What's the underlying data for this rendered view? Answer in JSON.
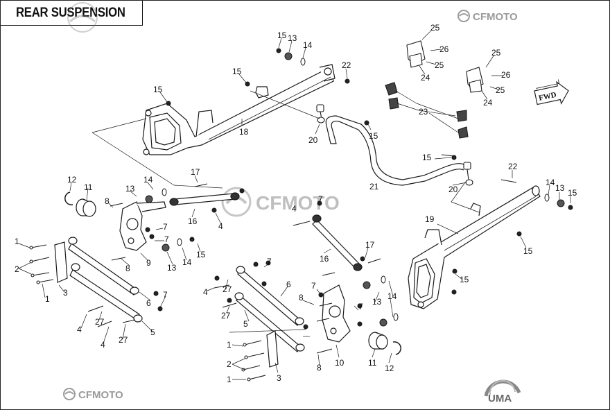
{
  "title": "REAR SUSPENSION",
  "brand_top": "CFMOTO",
  "brand_center": "CFMOTO",
  "brand_bottom": "CFMOTO",
  "bottom_logo": "UMA",
  "fwd_label": "FWD",
  "colors": {
    "line": "#1a1a1a",
    "logo_gray": "#9a9a9a",
    "watermark": "#b0b0b0"
  },
  "callouts": [
    {
      "id": "c15a",
      "text": "15"
    },
    {
      "id": "c13a",
      "text": "13"
    },
    {
      "id": "c14a",
      "text": "14"
    },
    {
      "id": "c22a",
      "text": "22"
    },
    {
      "id": "c15b",
      "text": "15"
    },
    {
      "id": "c15c",
      "text": "15"
    },
    {
      "id": "c18",
      "text": "18"
    },
    {
      "id": "c20a",
      "text": "20"
    },
    {
      "id": "c15d",
      "text": "15"
    },
    {
      "id": "c21",
      "text": "21"
    },
    {
      "id": "c15e",
      "text": "15"
    },
    {
      "id": "c20b",
      "text": "20"
    },
    {
      "id": "c25a",
      "text": "25"
    },
    {
      "id": "c26a",
      "text": "26"
    },
    {
      "id": "c25b",
      "text": "25"
    },
    {
      "id": "c24a",
      "text": "24"
    },
    {
      "id": "c25c",
      "text": "25"
    },
    {
      "id": "c26b",
      "text": "26"
    },
    {
      "id": "c25d",
      "text": "25"
    },
    {
      "id": "c24b",
      "text": "24"
    },
    {
      "id": "c23",
      "text": "23"
    },
    {
      "id": "c22b",
      "text": "22"
    },
    {
      "id": "c14b",
      "text": "14"
    },
    {
      "id": "c13b",
      "text": "13"
    },
    {
      "id": "c15f",
      "text": "15"
    },
    {
      "id": "c19",
      "text": "19"
    },
    {
      "id": "c15g",
      "text": "15"
    },
    {
      "id": "c15h",
      "text": "15"
    },
    {
      "id": "c12a",
      "text": "12"
    },
    {
      "id": "c11a",
      "text": "11"
    },
    {
      "id": "c13c",
      "text": "13"
    },
    {
      "id": "c14c",
      "text": "14"
    },
    {
      "id": "c17a",
      "text": "17"
    },
    {
      "id": "c8a",
      "text": "8"
    },
    {
      "id": "c16a",
      "text": "16"
    },
    {
      "id": "c4a",
      "text": "4"
    },
    {
      "id": "c7a",
      "text": "7"
    },
    {
      "id": "c7b",
      "text": "7"
    },
    {
      "id": "c9",
      "text": "9"
    },
    {
      "id": "c8b",
      "text": "8"
    },
    {
      "id": "c13d",
      "text": "13"
    },
    {
      "id": "c14d",
      "text": "14"
    },
    {
      "id": "c15i",
      "text": "15"
    },
    {
      "id": "c1a",
      "text": "1"
    },
    {
      "id": "c2a",
      "text": "2"
    },
    {
      "id": "c1b",
      "text": "1"
    },
    {
      "id": "c3a",
      "text": "3"
    },
    {
      "id": "c6a",
      "text": "6"
    },
    {
      "id": "c7c",
      "text": "7"
    },
    {
      "id": "c4b",
      "text": "4"
    },
    {
      "id": "c27a",
      "text": "27"
    },
    {
      "id": "c5a",
      "text": "5"
    },
    {
      "id": "c4c",
      "text": "4"
    },
    {
      "id": "c27b",
      "text": "27"
    },
    {
      "id": "c4d",
      "text": "4"
    },
    {
      "id": "c7d",
      "text": "7"
    },
    {
      "id": "c16b",
      "text": "16"
    },
    {
      "id": "c17b",
      "text": "17"
    },
    {
      "id": "c7e",
      "text": "7"
    },
    {
      "id": "c27c",
      "text": "27"
    },
    {
      "id": "c4e",
      "text": "4"
    },
    {
      "id": "c27d",
      "text": "27"
    },
    {
      "id": "c6b",
      "text": "6"
    },
    {
      "id": "c7f",
      "text": "7"
    },
    {
      "id": "c8c",
      "text": "8"
    },
    {
      "id": "c7g",
      "text": "7"
    },
    {
      "id": "c13e",
      "text": "13"
    },
    {
      "id": "c14e",
      "text": "14"
    },
    {
      "id": "c5b",
      "text": "5"
    },
    {
      "id": "c1c",
      "text": "1"
    },
    {
      "id": "c2b",
      "text": "2"
    },
    {
      "id": "c1d",
      "text": "1"
    },
    {
      "id": "c3b",
      "text": "3"
    },
    {
      "id": "c8d",
      "text": "8"
    },
    {
      "id": "c10",
      "text": "10"
    },
    {
      "id": "c11b",
      "text": "11"
    },
    {
      "id": "c12b",
      "text": "12"
    }
  ]
}
